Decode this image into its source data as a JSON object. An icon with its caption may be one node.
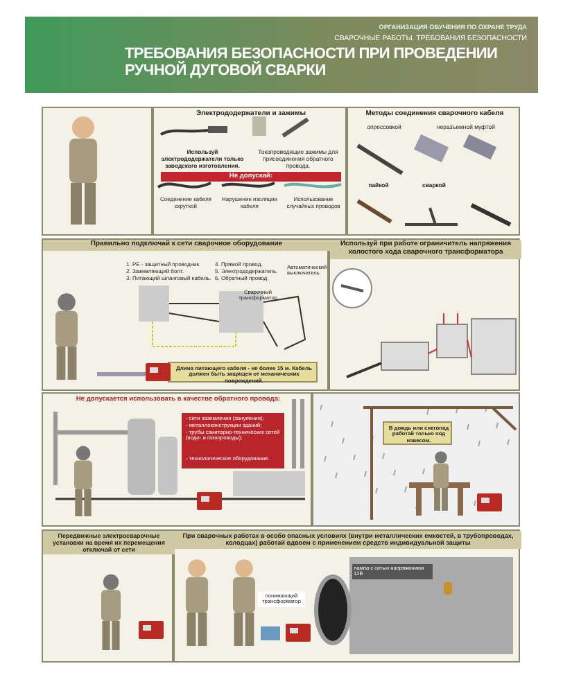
{
  "diagram": {
    "title": "ТРЕБОВАНИЯ БЕЗОПАСНОСТИ ПРИ ПРОВЕДЕНИИ РУЧНОЙ ДУГОВОЙ СВАРКИ",
    "nodes": [
      {
        "text": [
          "ОРГАНИЗАЦИЯ ОБУЧЕНИЯ ПО ОХРАНЕ ТРУДА",
          "СВАРОЧНЫЕ РАБОТЫ. ТРЕБОВАНИЯ БЕЗОПАСНОСТИ"
        ]
      },
      {
        "text": [
          "Электрододержатели и зажимы",
          "Используй электрододержатели только заводского изготовления.",
          "Токопроводящие зажимы для присоединения обратного провода.",
          "Соединение кабеля скруткой",
          "Нарушение изоляции кабеля",
          "Использование случайных проводов"
        ]
      },
      {
        "text": [
          "Не допускай:"
        ],
        "in": 1
      },
      {
        "text": [
          "Методы соединения сварочного кабеля",
          "опрессовкой",
          "неразъемной муфтой",
          "пайкой",
          "сваркой"
        ]
      },
      {
        "text": [
          "Правильно подключай к сети сварочное оборудование",
          "1. PE - защитный проводник.",
          "2. Заземляющий болт.",
          "3. Питающий шланговый кабель.",
          "4. Прямой провод.",
          "5. Электрододержатель.",
          "6. Обратный провод.",
          "Автоматический выключатель",
          "Сварочный трансформатор"
        ]
      },
      {
        "text": [
          "Длина питающего кабеля - не более 15 м. Кабель должен быть защищен от механических повреждений."
        ],
        "in": 4
      },
      {
        "text": [
          "Используй при работе ограничитель напряжения холостого хода сварочного трансформатора"
        ]
      },
      {
        "text": [
          "Не допускается использовать в качестве обратного провода:"
        ]
      },
      {
        "text": [
          "- сети заземления (зануления);",
          "- металлоконструкции зданий;",
          "- трубы санитарно-технических сетей (водо- и газопроводы);",
          "- технологическое оборудование."
        ],
        "in": 7
      },
      {
        "text": [],
        "shape": "box"
      },
      {
        "text": [
          "В дождь или снегопад работай только под навесом."
        ],
        "in": 9
      },
      {
        "text": [
          "Передвижные электросварочные установки на время их перемещения отключай от сети"
        ]
      },
      {
        "text": [
          "При сварочных работах в особо опасных условиях (внутри металлических емкостей, в трубопроводах, колодцах) работай вдвоем с применением средств индивидуальной защиты",
          "понижающий трансформатор",
          "лампа с сетью напряжением 12В"
        ]
      }
    ]
  }
}
